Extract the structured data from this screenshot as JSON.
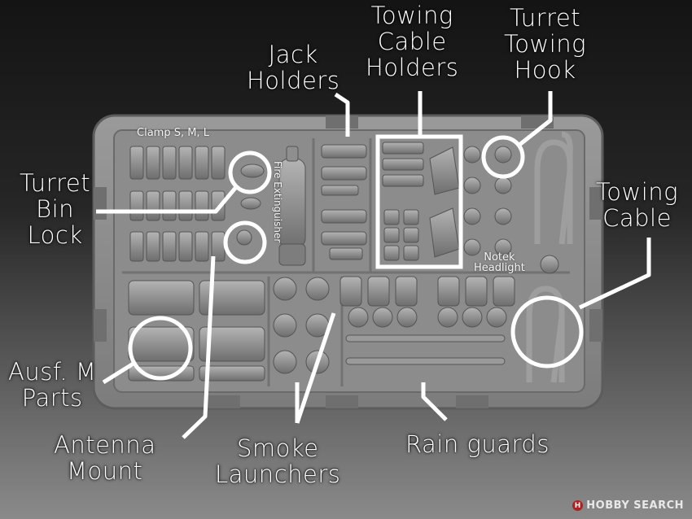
{
  "callouts": {
    "jack_holders": [
      "Jack",
      "Holders"
    ],
    "towing_cable_holders": [
      "Towing",
      "Cable",
      "Holders"
    ],
    "turret_towing_hook": [
      "Turret",
      "Towing",
      "Hook"
    ],
    "turret_bin_lock": [
      "Turret",
      "Bin",
      "Lock"
    ],
    "towing_cable": [
      "Towing",
      "Cable"
    ],
    "ausf_m_parts": [
      "Ausf. M",
      "Parts"
    ],
    "antenna_mount": [
      "Antenna",
      "Mount"
    ],
    "smoke_launchers": [
      "Smoke",
      "Launchers"
    ],
    "rain_guards": "Rain guards"
  },
  "part_labels": {
    "clamp": "Clamp S, M, L",
    "fire_extinguisher": "Fire Extinguisher",
    "notek_headlight": [
      "Notek",
      "Headlight"
    ]
  },
  "watermark": {
    "logo": "H",
    "text": "HOBBY SEARCH"
  },
  "colors": {
    "background_top": "#141414",
    "background_bottom": "#8a8a8a",
    "part_gray": "#8d8d8d",
    "callout_white": "#ffffff"
  }
}
